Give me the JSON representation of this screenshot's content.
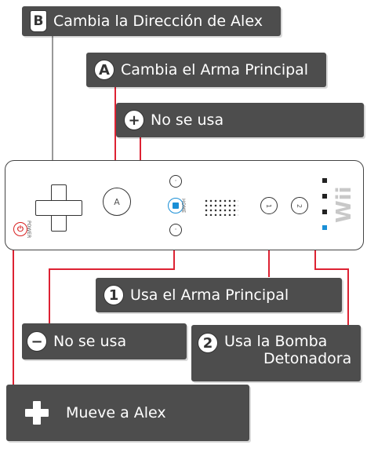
{
  "labels": {
    "b": {
      "badge": "B",
      "text": "Cambia la Dirección de Alex"
    },
    "a": {
      "badge": "A",
      "text": "Cambia el Arma Principal"
    },
    "plus": {
      "badge": "+",
      "text": "No se usa"
    },
    "one": {
      "badge": "1",
      "text": "Usa el Arma Principal"
    },
    "minus": {
      "badge": "−",
      "text": "No se usa"
    },
    "two": {
      "badge": "2",
      "text_line1": "Usa la Bomba",
      "text_line2": "Detonadora"
    },
    "dpad": {
      "text": "Mueve a Alex"
    }
  },
  "remote": {
    "a_button": "A",
    "home_text": "HOME",
    "power_text": "POWER",
    "one_button": "1",
    "two_button": "2",
    "brand": "Wii"
  },
  "colors": {
    "label_bg": "#4d4d4d",
    "leader_line": "#dd2233",
    "home_blue": "#1a8fd6",
    "power_red": "#d82020"
  }
}
